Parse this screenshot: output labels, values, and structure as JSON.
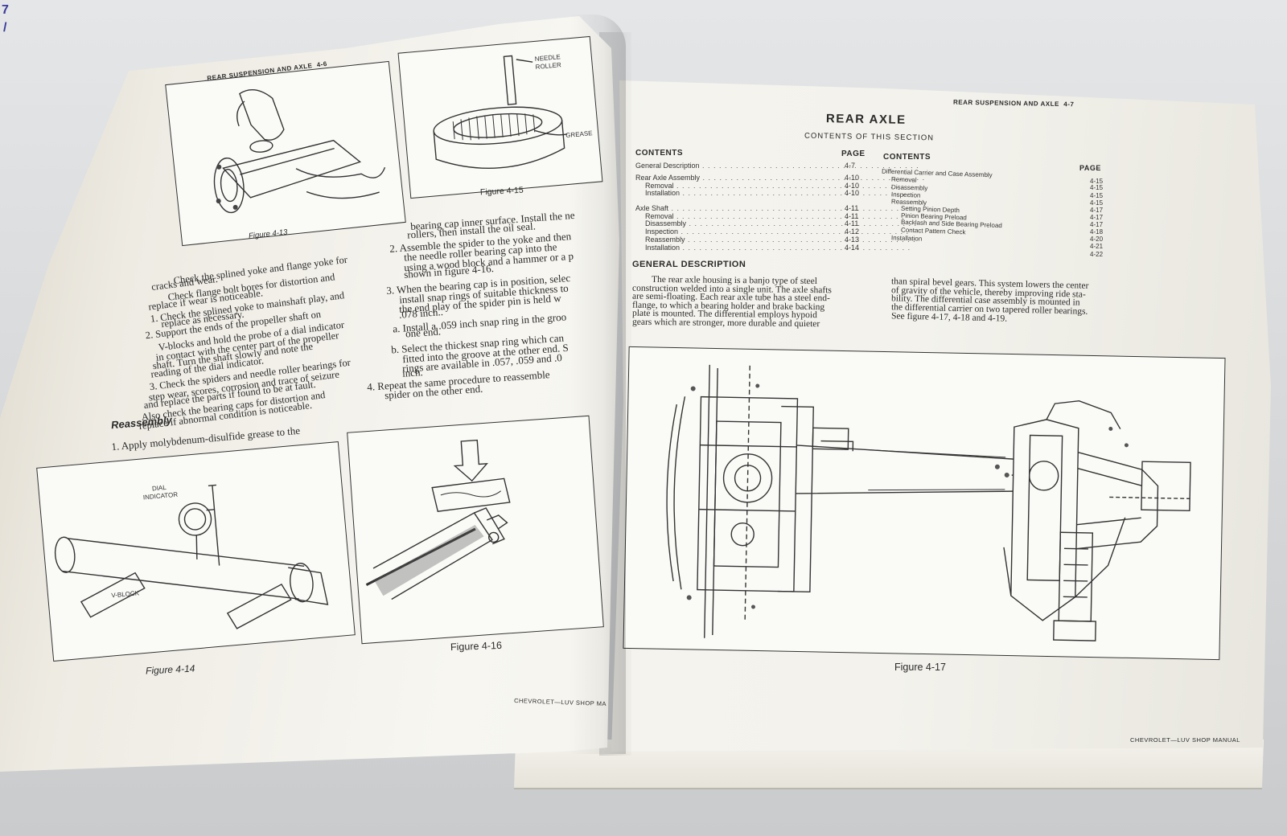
{
  "edge_marks": [
    "7",
    "/"
  ],
  "left_page": {
    "running_head": "REAR SUSPENSION AND AXLE",
    "page_number": "4-6",
    "figures": {
      "f413": {
        "caption": "Figure 4-13"
      },
      "f415": {
        "caption": "Figure 4-15",
        "labels": [
          "NEEDLE",
          "ROLLER",
          "GREASE"
        ]
      },
      "f414": {
        "caption": "Figure 4-14",
        "labels": [
          "DIAL",
          "INDICATOR",
          "V-BLOCK"
        ]
      },
      "f416": {
        "caption": "Figure 4-16"
      }
    },
    "col1": [
      "Check the splined yoke and flange yoke for",
      "cracks and wear.",
      "Check flange bolt bores for distortion and",
      "replace if wear is noticeable.",
      "1.  Check the splined yoke to mainshaft play, and",
      "replace as necessary.",
      "2.  Support the ends of the propeller shaft on",
      "V-blocks and hold the probe of a dial indicator",
      "in contact with the center part of the propeller",
      "shaft. Turn the shaft slowly and note the",
      "reading of the dial indicator.",
      "3.  Check the spiders and needle roller bearings for",
      "step wear, scores, corrosion and trace of seizure",
      "and replace the parts if found to be at fault.",
      "Also check the bearing caps for distortion and",
      "replace if abnormal condition is noticeable."
    ],
    "reassembly_heading": "Reassembly",
    "reassembly_line": "1.  Apply molybdenum-disulfide grease to the",
    "col2": [
      "bearing cap inner surface. Install the ne",
      "rollers, then install the oil seal.",
      "2.  Assemble the spider to the yoke and then",
      "the needle roller bearing cap into the",
      "using a wood block and a hammer or a p",
      "shown in figure 4-16.",
      "3.  When the bearing cap is in position, selec",
      "install snap rings of suitable thickness to",
      "the end play of the spider pin is held w",
      ".078 inch..",
      "a.  Install a .059 inch snap ring in the groo",
      "one end.",
      "b.  Select the thickest snap ring which can",
      "fitted into the groove at the other end. S",
      "rings are available in .057, .059 and .0",
      "inch.",
      "4.  Repeat the same procedure to reassemble",
      "spider on the other end."
    ],
    "footer": "CHEVROLET—LUV SHOP MA"
  },
  "right_page": {
    "running_head": "REAR SUSPENSION AND AXLE",
    "page_number": "4-7",
    "title": "REAR AXLE",
    "subtitle": "CONTENTS OF THIS SECTION",
    "contents_header": "CONTENTS",
    "page_header": "PAGE",
    "toc_left": [
      {
        "label": "General Description",
        "page": "4-7",
        "indent": false
      },
      {
        "label": "Rear Axle Assembly",
        "page": "4-10",
        "indent": false
      },
      {
        "label": "Removal",
        "page": "4-10",
        "indent": true
      },
      {
        "label": "Installation",
        "page": "4-10",
        "indent": true
      },
      {
        "label": "Axle Shaft",
        "page": "4-11",
        "indent": false
      },
      {
        "label": "Removal",
        "page": "4-11",
        "indent": true
      },
      {
        "label": "Disassembly",
        "page": "4-11",
        "indent": true
      },
      {
        "label": "Inspection",
        "page": "4-12",
        "indent": true
      },
      {
        "label": "Reassembly",
        "page": "4-13",
        "indent": true
      },
      {
        "label": "Installation",
        "page": "4-14",
        "indent": true
      }
    ],
    "toc_right": [
      {
        "label": "Differential Carrier and Case Assembly",
        "page": "4-15",
        "indent": 0
      },
      {
        "label": "Removal",
        "page": "4-15",
        "indent": 1
      },
      {
        "label": "Disassembly",
        "page": "4-15",
        "indent": 1
      },
      {
        "label": "Inspection",
        "page": "4-15",
        "indent": 1
      },
      {
        "label": "Reassembly",
        "page": "4-17",
        "indent": 1
      },
      {
        "label": "Setting Pinion Depth",
        "page": "4-17",
        "indent": 2
      },
      {
        "label": "Pinion Bearing Preload",
        "page": "4-17",
        "indent": 2
      },
      {
        "label": "Backlash and Side Bearing Preload",
        "page": "4-18",
        "indent": 2
      },
      {
        "label": "Contact Pattern Check",
        "page": "4-20",
        "indent": 2
      },
      {
        "label": "Installation",
        "page": "4-21",
        "indent": 1
      },
      {
        "label": "",
        "page": "4-22",
        "indent": 1
      }
    ],
    "general_heading": "GENERAL DESCRIPTION",
    "desc_left": [
      "The rear axle housing is a banjo type of steel",
      "construction welded into a single unit. The axle shafts",
      "are semi-floating. Each rear axle tube has a steel end-",
      "flange, to which a bearing holder and brake backing",
      "plate is mounted. The differential employs hypoid",
      "gears which are stronger, more durable and quieter"
    ],
    "desc_right": [
      "than spiral bevel gears. This system lowers the center",
      "of gravity of the vehicle, thereby improving ride sta-",
      "bility. The differential case assembly is mounted in",
      "the differential carrier on two tapered roller bearings.",
      "See figure 4-17, 4-18 and 4-19."
    ],
    "figure_caption": "Figure 4-17",
    "footer": "CHEVROLET—LUV SHOP MANUAL"
  }
}
